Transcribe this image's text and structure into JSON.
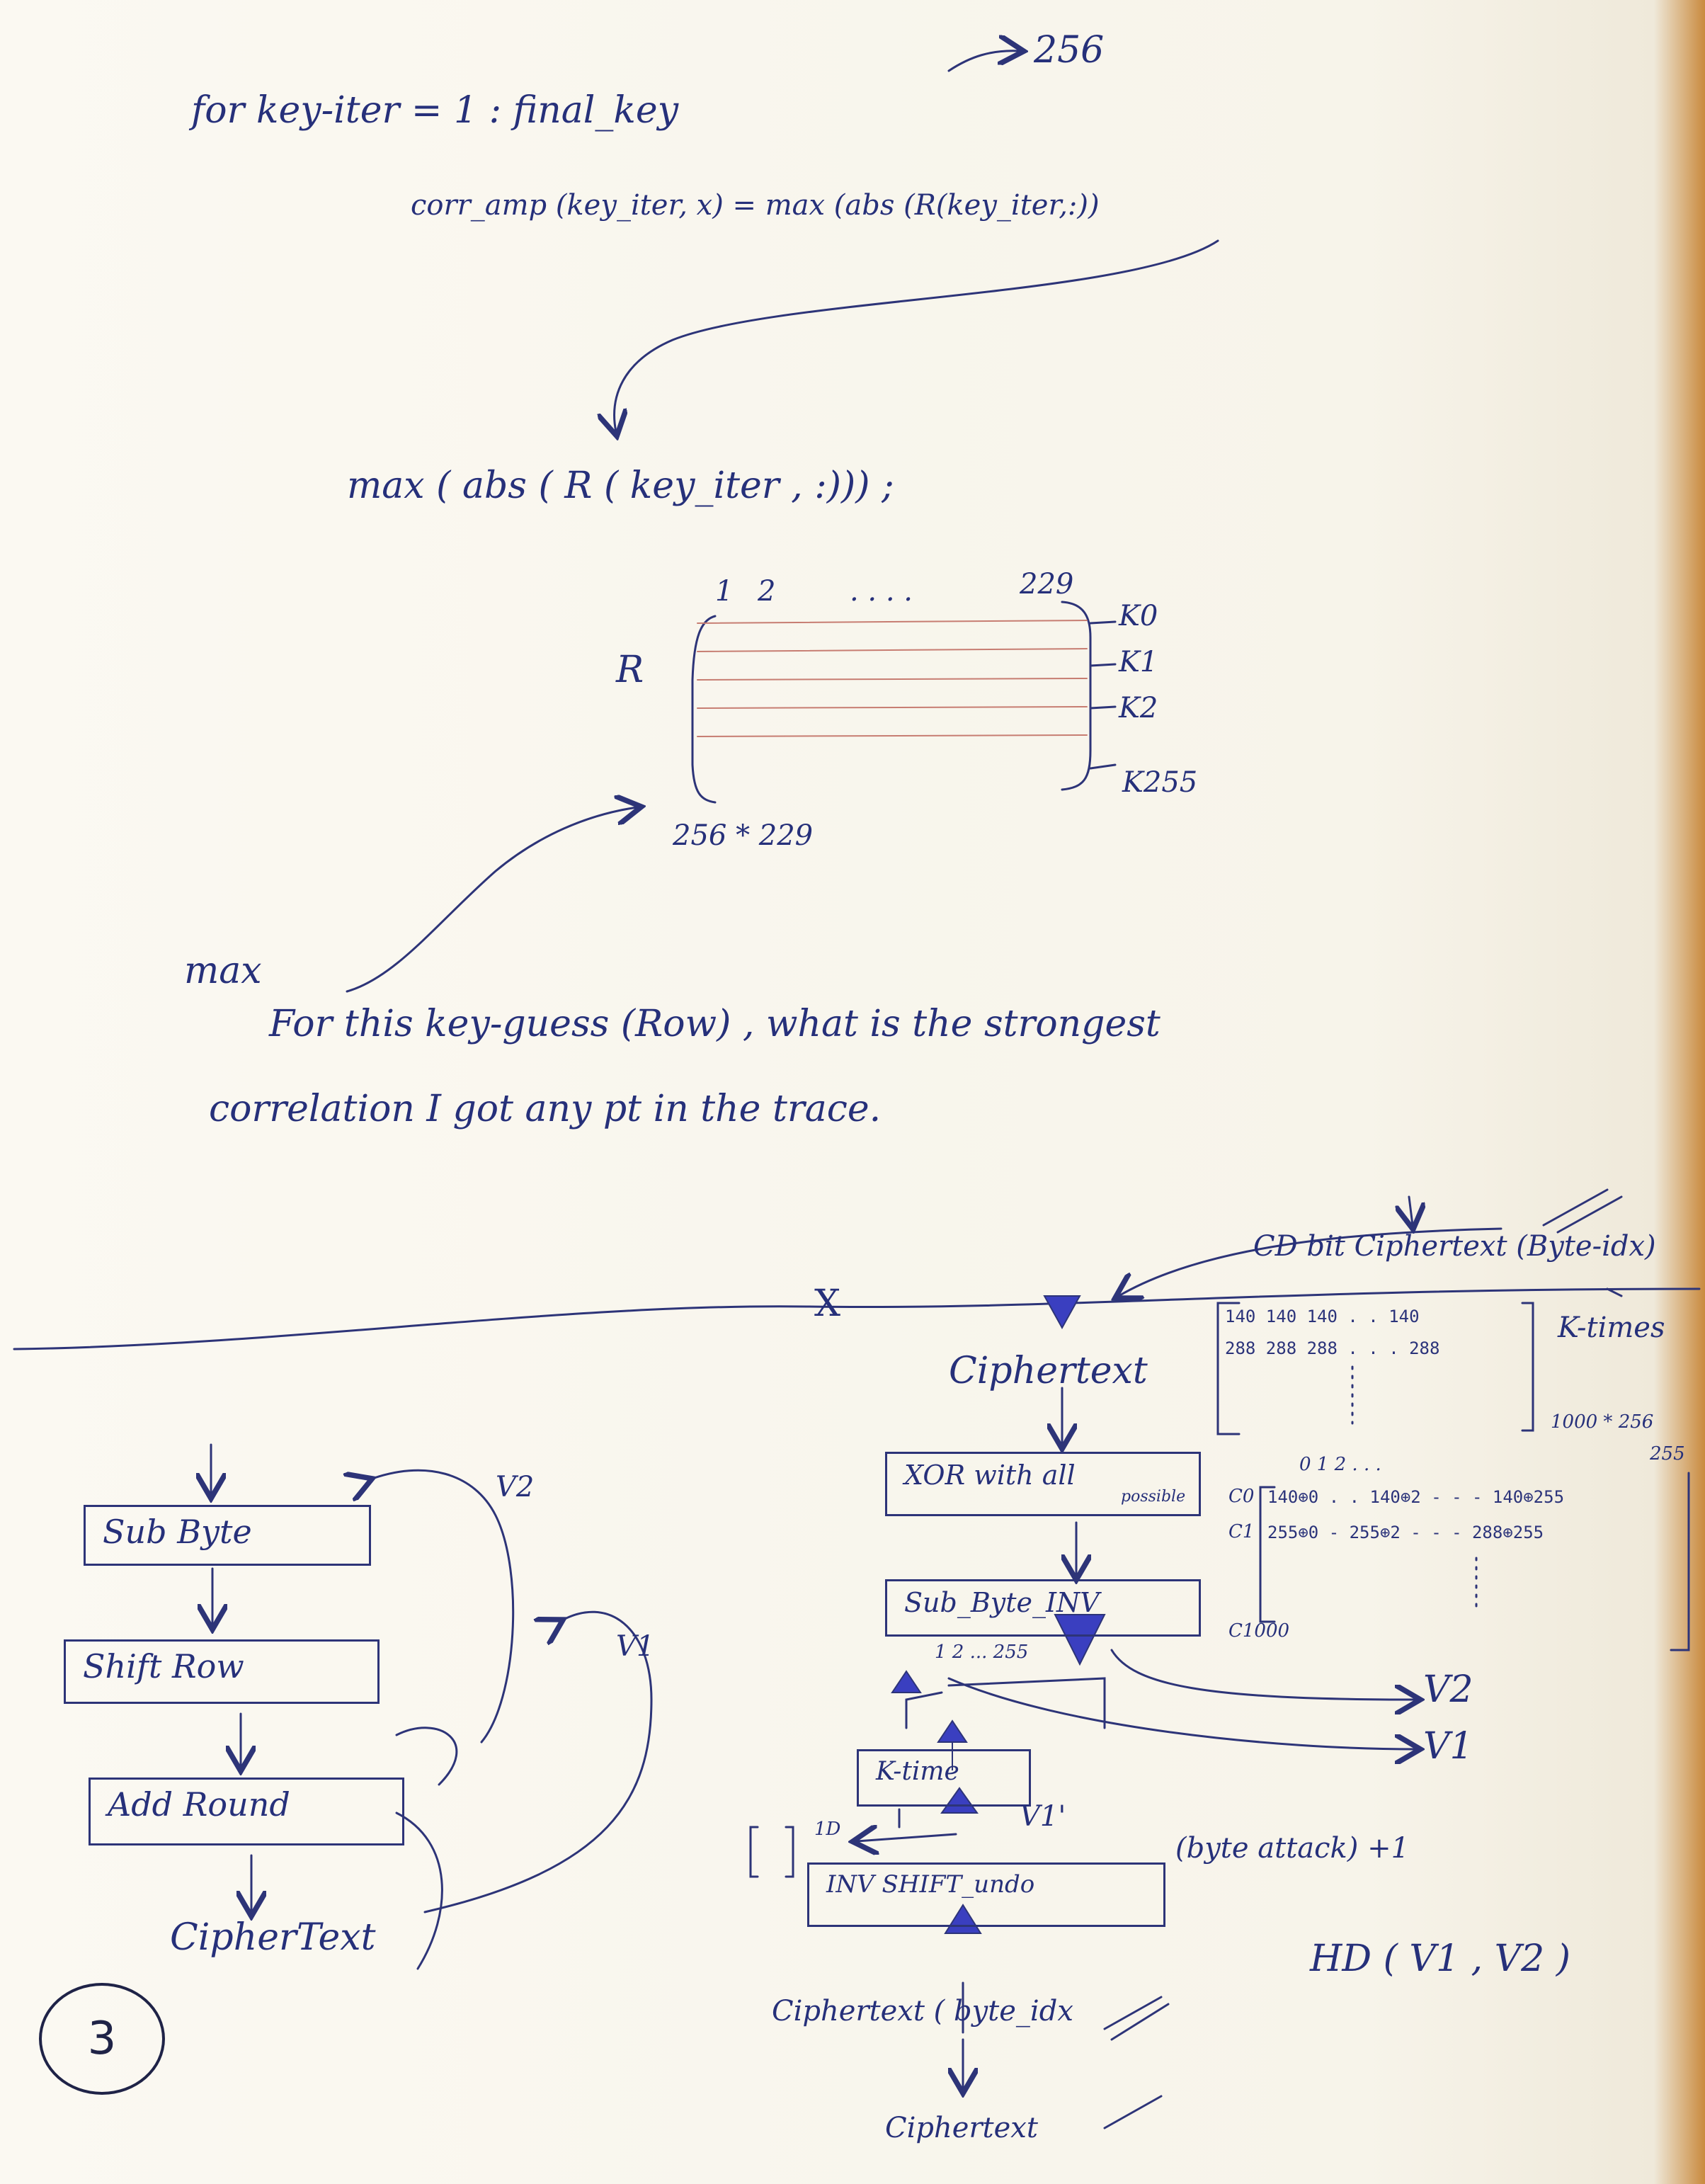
{
  "top": {
    "num_256": "256",
    "line1": "for key-iter = 1 : final_key",
    "line2": "corr_amp (key_iter, x) = max (abs (R(key_iter,:))",
    "line3": "max ( abs ( R ( key_iter , :))) ;",
    "col_1": "1",
    "col_2": "2",
    "col_dots": ". . . .",
    "col_last": "229",
    "R_label": "R",
    "row_k0": "K0",
    "row_k1": "K1",
    "row_k2": "K2",
    "row_k255": "K255",
    "dims": "256 * 229",
    "max_label": "max",
    "note_a": "For this key-guess (Row) , what is the strongest",
    "note_b": "correlation I got any pt in the trace."
  },
  "divider_x": "X",
  "left_flow": {
    "sub_byte": "Sub Byte",
    "shift_row": "Shift Row",
    "add_round": "Add Round",
    "ciphertext": "CipherText",
    "v2": "V2",
    "v1": "V1",
    "page_number": "3"
  },
  "right_flow": {
    "header": "CD bit Ciphertext (Byte-idx)",
    "ciphertext": "Ciphertext",
    "xor_box": "XOR with all",
    "xor_sub": "possible",
    "subbyte_inv": "Sub_Byte_INV",
    "k_time": "K-time",
    "inv_shift": "INV SHIFT_undo",
    "byte_attack": "(byte attack) +1",
    "byte_idx_nums": "1 2 ... 255",
    "one_d": "1D",
    "bracket": "[ ]",
    "v1_prime": "V1'",
    "v2": "V2",
    "v1": "V1",
    "hd": "HD ( V1 , V2 )",
    "ct_byte_idx": "Ciphertext ( byte_idx",
    "ct_bottom": "Ciphertext",
    "k_times": "K-times",
    "dim_1": "1000 * 256",
    "dim_255": "255",
    "matrix_top": {
      "row1": "140 140 140 . . 140",
      "row2": "288 288 288 . . . 288"
    },
    "matrix_bottom": {
      "col_head": "0      1      2     . . .",
      "row1": "140⊕0 . . 140⊕2   - - -   140⊕255",
      "row2": "255⊕0 - 255⊕2   - - -   288⊕255",
      "c0": "C0",
      "c1": "C1",
      "c1000": "C1000"
    }
  }
}
